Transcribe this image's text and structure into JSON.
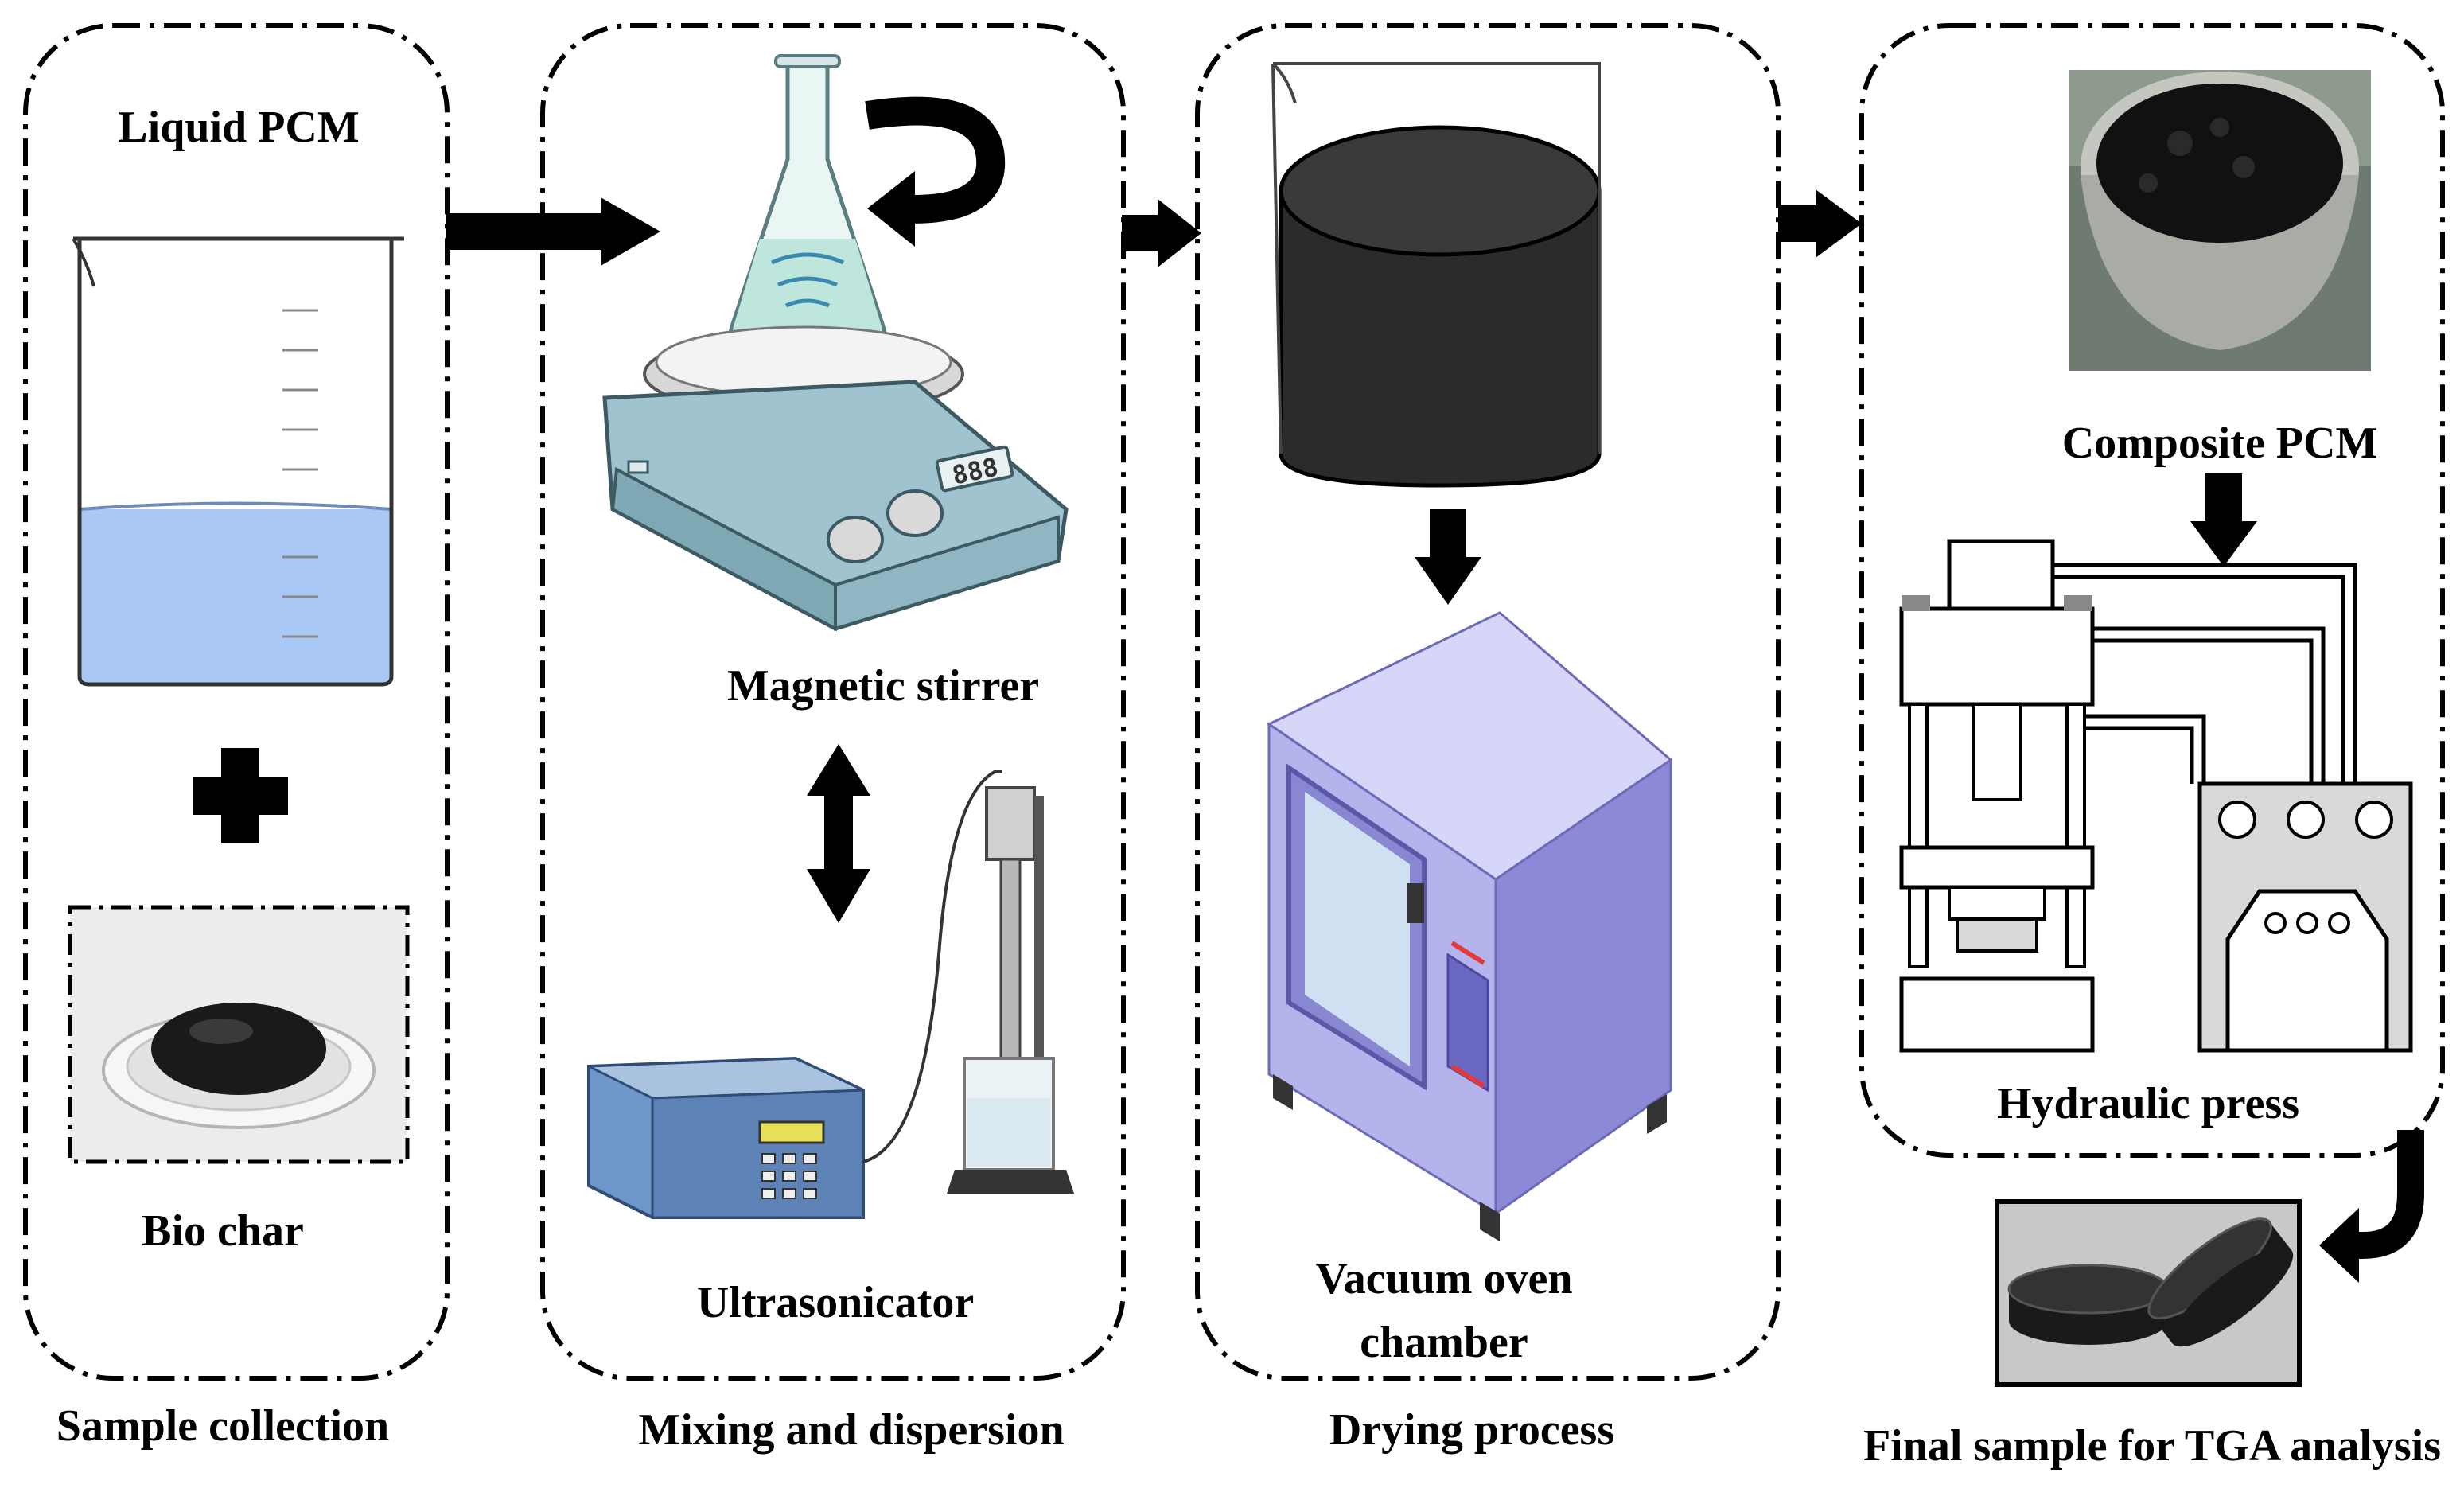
{
  "stages": [
    {
      "caption": "Sample collection"
    },
    {
      "caption": "Mixing and dispersion"
    },
    {
      "caption": "Drying process"
    },
    {
      "caption": "Final sample for TGA analysis"
    }
  ],
  "labels": {
    "liquid_pcm": "Liquid PCM",
    "bio_char": "Bio char",
    "magnetic_stirrer": "Magnetic stirrer",
    "ultrasonicator": "Ultrasonicator",
    "vacuum_oven_line1": "Vacuum oven",
    "vacuum_oven_line2": "chamber",
    "composite_pcm": "Composite PCM",
    "hydraulic_press": "Hydraulic press"
  },
  "stirrer_display": "888",
  "colors": {
    "liquid": "#a9c8f5",
    "oven_body": "#b4b3ec",
    "oven_side": "#8c89d6",
    "stirrer_body": "#9fc3cf",
    "flask_liquid": "#bfe6dc",
    "press_panel": "#d9d9d9",
    "sample_bg": "#c8c8c8",
    "biochar": "#1a1a1a"
  },
  "icons": [
    "beaker-icon",
    "plus-icon",
    "biochar-dish-icon",
    "flask-icon",
    "rotation-arrow-icon",
    "hotplate-icon",
    "double-arrow-icon",
    "ultrasonicator-icon",
    "dark-beaker-icon",
    "down-arrow-icon",
    "oven-icon",
    "composite-photo-icon",
    "hydraulic-press-icon",
    "sample-discs-icon",
    "right-arrow-icon"
  ]
}
